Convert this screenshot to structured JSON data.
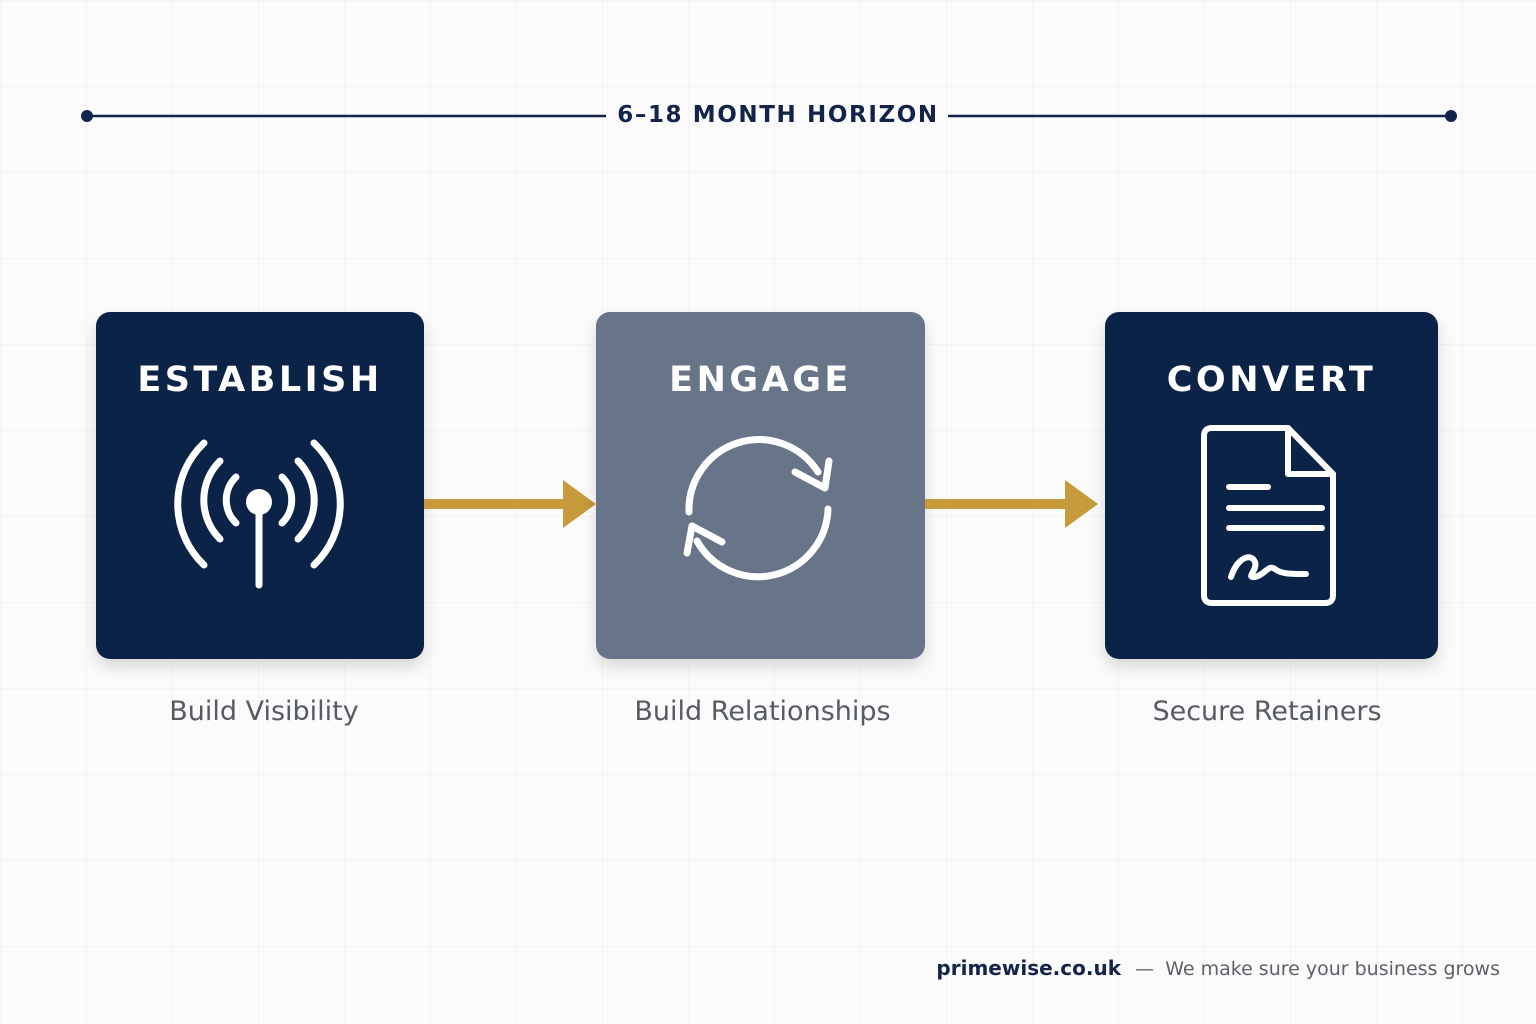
{
  "timeline": {
    "label": "6–18 MONTH HORIZON"
  },
  "stages": [
    {
      "title": "ESTABLISH",
      "caption": "Build Visibility",
      "icon": "signal-broadcast-icon"
    },
    {
      "title": "ENGAGE",
      "caption": "Build Relationships",
      "icon": "refresh-cycle-icon"
    },
    {
      "title": "CONVERT",
      "caption": "Secure Retainers",
      "icon": "signed-document-icon"
    }
  ],
  "footer": {
    "brand": "primewise.co.uk",
    "separator": "—",
    "tagline": "We make sure your business grows"
  },
  "colors": {
    "navy": "#0c2348",
    "slate": "#687488",
    "gold": "#c79a3c",
    "text_grey": "#565b63"
  }
}
